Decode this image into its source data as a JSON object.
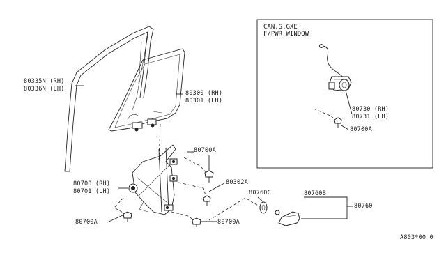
{
  "inset": {
    "line1": "CAN.S.GXE",
    "line2": "F/PWR WINDOW"
  },
  "callouts": {
    "run_channel_rh": "80335N (RH)",
    "run_channel_lh": "80336N (LH)",
    "glass_rh": "80300 (RH)",
    "glass_lh": "80301 (LH)",
    "regulator_rh": "80700 (RH)",
    "regulator_lh": "80701 (LH)",
    "bolt_upper": "80700A",
    "bolt_lower_left": "80700A",
    "bolt_lower_right": "80700A",
    "bolt_inset": "80700A",
    "screw": "80302A",
    "handle_washer": "80760C",
    "handle_escutcheon": "80760B",
    "handle_assy": "80760",
    "motor_rh": "80730 (RH)",
    "motor_lh": "80731 (LH)"
  },
  "diagram_code": "A803*00 0"
}
